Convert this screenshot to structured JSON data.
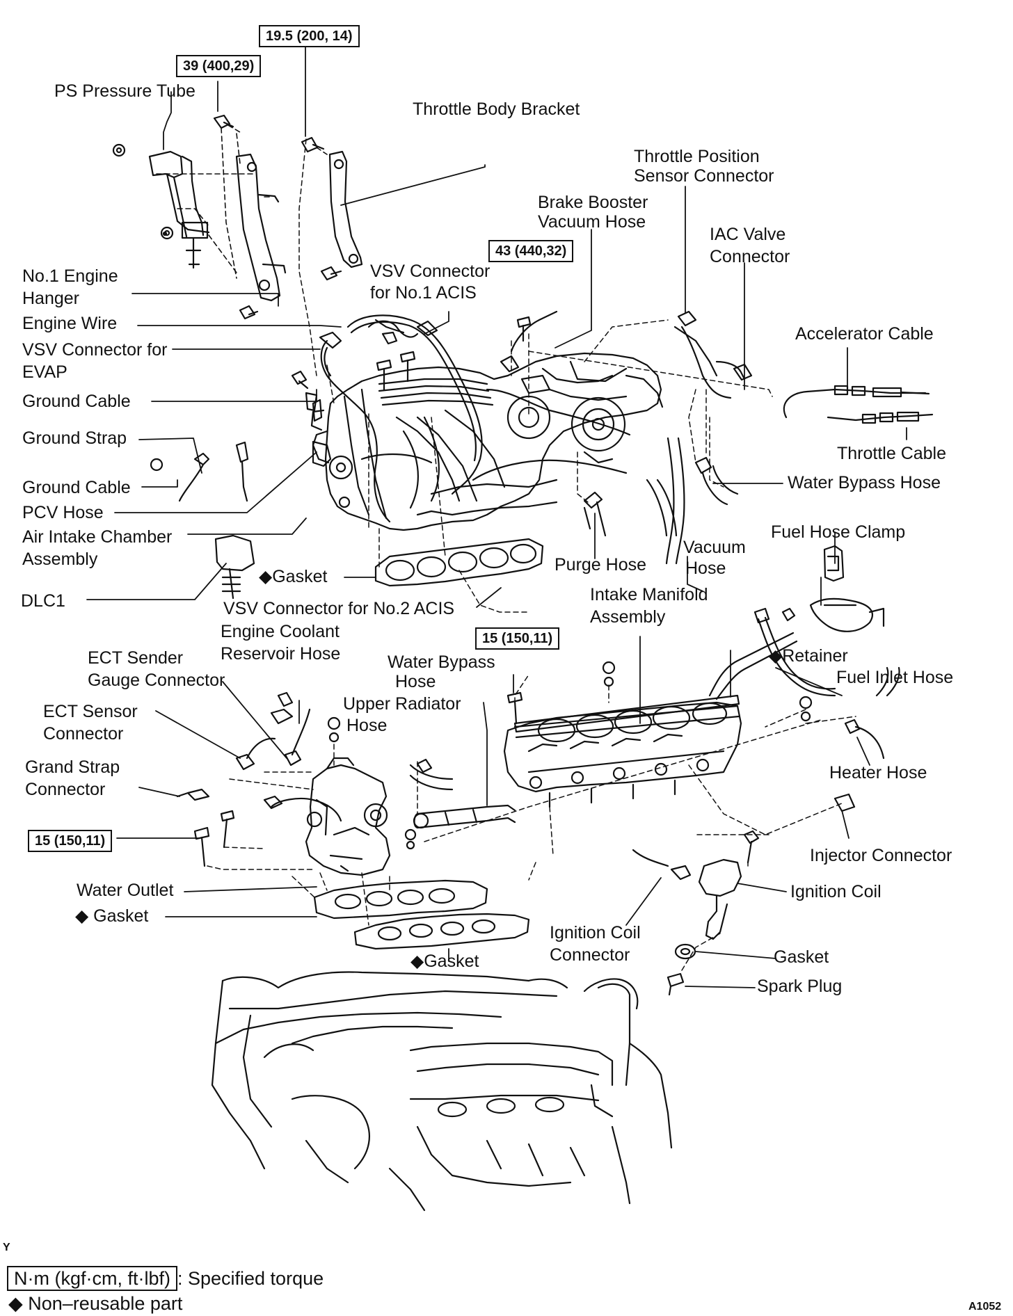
{
  "torque_specs": [
    "19.5 (200, 14)",
    "39 (400,29)",
    "43 (440,32)",
    "15 (150,11)",
    "15 (150,11)"
  ],
  "labels": {
    "ps_pressure_tube": "PS Pressure Tube",
    "throttle_body_bracket": "Throttle Body Bracket",
    "tps_connector_1": "Throttle Position",
    "tps_connector_2": "Sensor Connector",
    "brake_booster_1": "Brake Booster",
    "brake_booster_2": "Vacuum Hose",
    "iac_valve_1": "IAC Valve",
    "iac_valve_2": "Connector",
    "no1_engine_hanger_1": "No.1 Engine",
    "no1_engine_hanger_2": "Hanger",
    "vsv_acis1_1": "VSV Connector",
    "vsv_acis1_2": "for No.1 ACIS",
    "engine_wire": "Engine Wire",
    "vsv_evap_1": "VSV Connector for",
    "vsv_evap_2": "EVAP",
    "accelerator_cable": "Accelerator Cable",
    "ground_cable_1": "Ground Cable",
    "ground_strap": "Ground Strap",
    "throttle_cable": "Throttle Cable",
    "ground_cable_2": "Ground Cable",
    "water_bypass_hose_1": "Water Bypass Hose",
    "pcv_hose": "PCV Hose",
    "air_intake_chamber_1": "Air Intake Chamber",
    "air_intake_chamber_2": "Assembly",
    "fuel_hose_clamp": "Fuel Hose Clamp",
    "vacuum_hose_1": "Vacuum",
    "vacuum_hose_2": "Hose",
    "purge_hose": "Purge Hose",
    "gasket_1": "◆Gasket",
    "dlc1": "DLC1",
    "vsv_acis2": "VSV Connector for No.2 ACIS",
    "intake_manifold_1": "Intake Manifold",
    "intake_manifold_2": "Assembly",
    "coolant_reservoir_1": "Engine Coolant",
    "coolant_reservoir_2": "Reservoir Hose",
    "ect_sender_1": "ECT Sender",
    "ect_sender_2": "Gauge Connector",
    "water_bypass_hose_2a": "Water Bypass",
    "water_bypass_hose_2b": "Hose",
    "retainer": "◆Retainer",
    "fuel_inlet_hose": "Fuel Inlet Hose",
    "ect_sensor_1": "ECT Sensor",
    "ect_sensor_2": "Connector",
    "upper_radiator_1": "Upper Radiator",
    "upper_radiator_2": "Hose",
    "grand_strap_1": "Grand Strap",
    "grand_strap_2": "Connector",
    "heater_hose": "Heater Hose",
    "injector_connector": "Injector Connector",
    "water_outlet": "Water Outlet",
    "ignition_coil": "Ignition Coil",
    "gasket_2": "◆ Gasket",
    "ignition_coil_connector_1": "Ignition Coil",
    "ignition_coil_connector_2": "Connector",
    "gasket_3": "◆Gasket",
    "gasket_4": "Gasket",
    "spark_plug": "Spark Plug"
  },
  "legend": {
    "torque_unit": "N·m (kgf·cm, ft·lbf)",
    "torque_text": ": Specified torque",
    "nonreusable": "◆ Non–reusable part"
  },
  "corner_marks": {
    "left": "Y",
    "right": "A1052"
  }
}
